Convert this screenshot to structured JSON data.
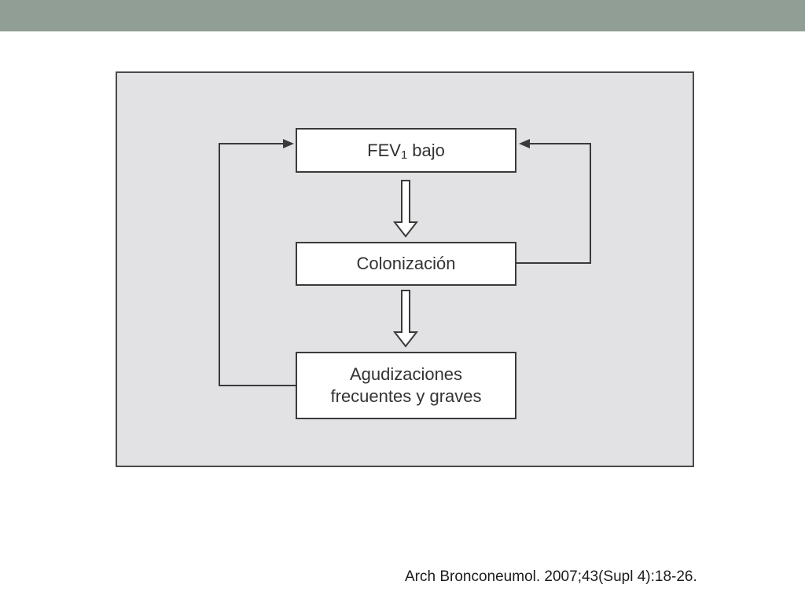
{
  "diagram": {
    "nodes": {
      "fev": {
        "main": "FEV",
        "sub": "1",
        "rest": "bajo"
      },
      "colonizacion": {
        "label": "Colonización"
      },
      "agudizaciones": {
        "line1": "Agudizaciones",
        "line2": "frecuentes y graves"
      }
    },
    "edges": [
      {
        "from": "fev",
        "to": "colonizacion",
        "style": "hollow-arrow"
      },
      {
        "from": "colonizacion",
        "to": "agudizaciones",
        "style": "hollow-arrow"
      },
      {
        "from": "colonizacion",
        "to": "fev",
        "style": "feedback-right"
      },
      {
        "from": "agudizaciones",
        "to": "fev",
        "style": "feedback-left"
      }
    ]
  },
  "citation": "Arch Bronconeumol. 2007;43(Supl 4):18-26.",
  "colors": {
    "top_bar": "#909e95",
    "panel_bg": "#e2e2e4",
    "line": "#3a3a3a"
  }
}
